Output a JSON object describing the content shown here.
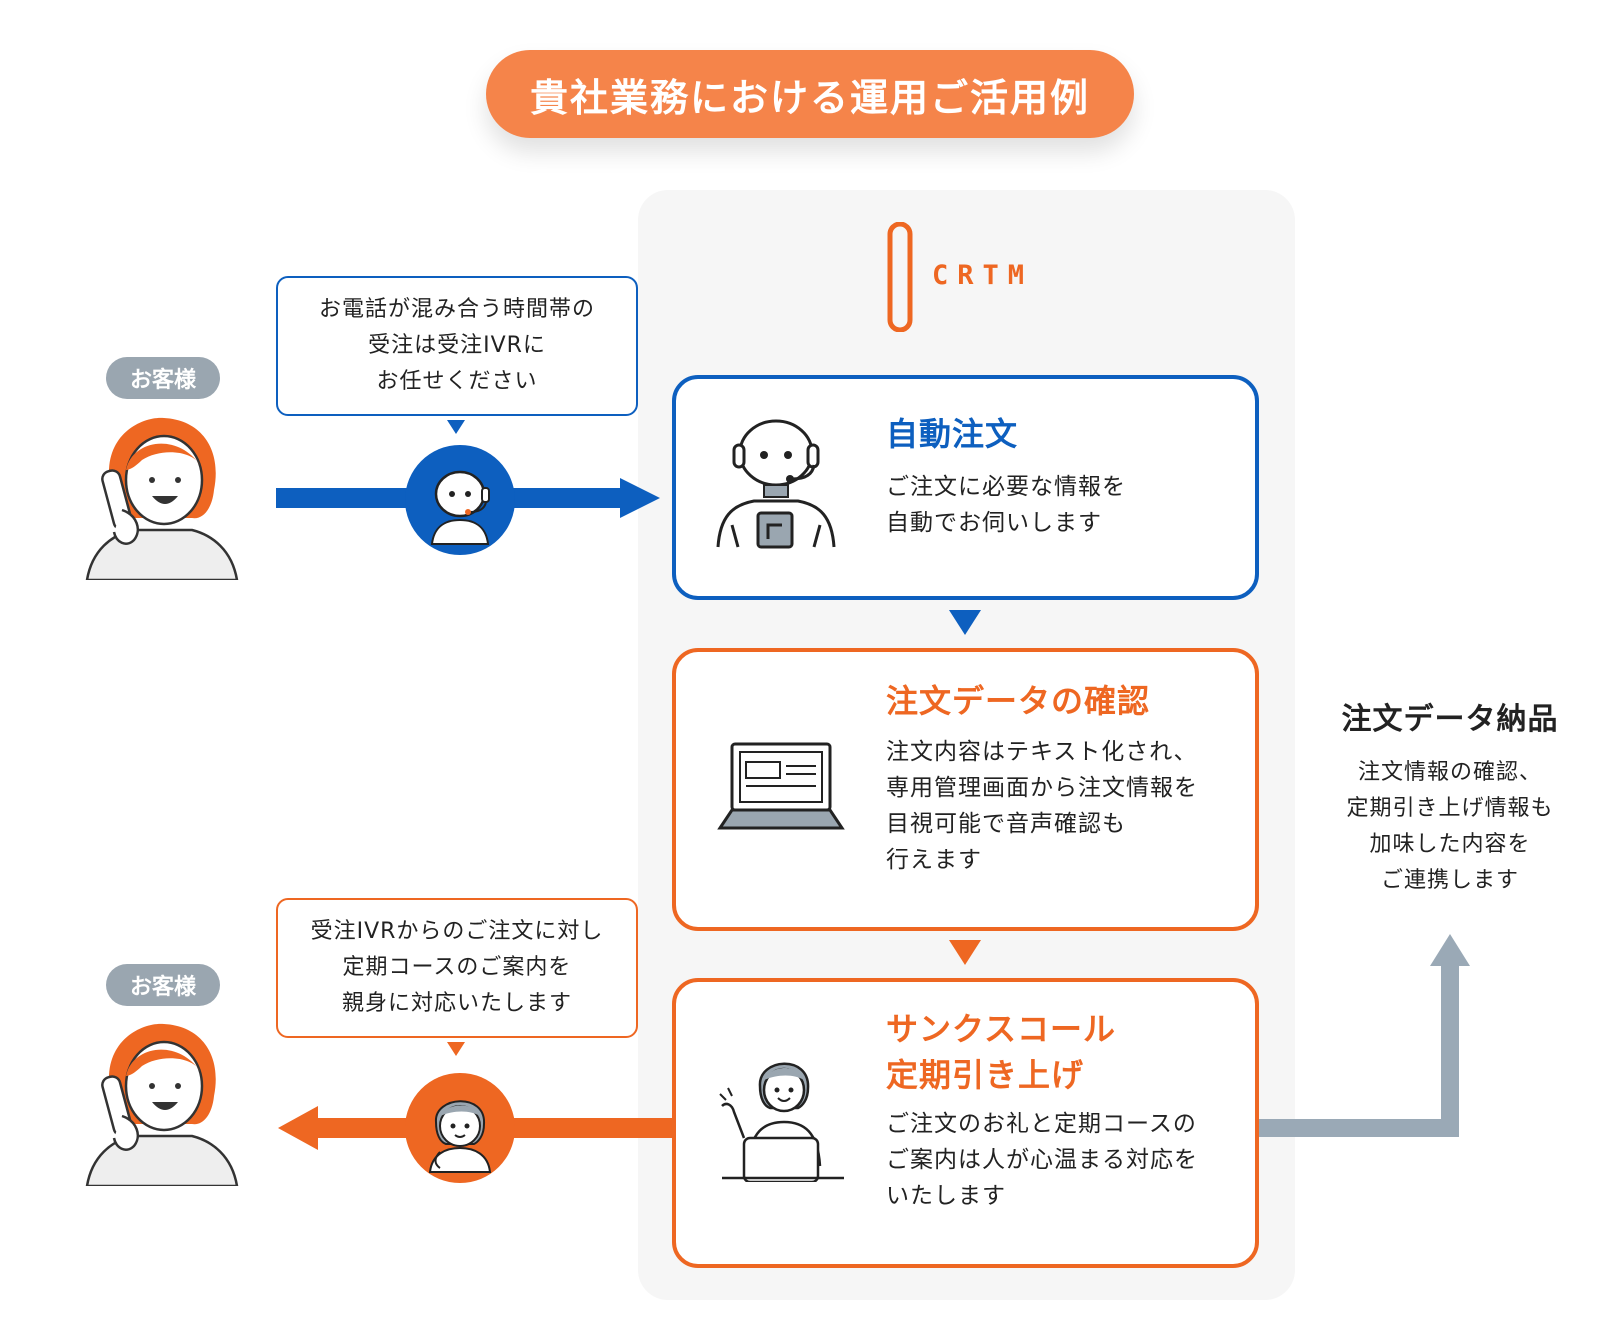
{
  "title": "貴社業務における運用ご活用例",
  "logo": {
    "text": "CRTM"
  },
  "customers": [
    {
      "tag": "お客様"
    },
    {
      "tag": "お客様"
    }
  ],
  "bubbles": {
    "top": "お電話が混み合う時間帯の\n受注は受注IVRに\nお任せください",
    "bottom": "受注IVRからのご注文に対し\n定期コースのご案内を\n親身に対応いたします"
  },
  "steps": [
    {
      "title": "自動注文",
      "text": "ご注文に必要な情報を\n自動でお伺いします",
      "icon": "robot-icon"
    },
    {
      "title": "注文データの確認",
      "text": "注文内容はテキスト化され、\n専用管理画面から注文情報を\n目視可能で音声確認も\n行えます",
      "icon": "laptop-icon"
    },
    {
      "title": "サンクスコール\n定期引き上げ",
      "text": "ご注文のお礼と定期コースの\nご案内は人が心温まる対応を\nいたします",
      "icon": "operator-icon"
    }
  ],
  "delivery": {
    "title": "注文データ納品",
    "text": "注文情報の確認、\n定期引き上げ情報も\n加味した内容を\nご連携します"
  },
  "colors": {
    "accent_orange": "#ee6722",
    "title_orange": "#f5844a",
    "blue": "#0d5fbf",
    "gray_arrow": "#9aa9b6",
    "tag_gray": "#9aa6b0"
  }
}
